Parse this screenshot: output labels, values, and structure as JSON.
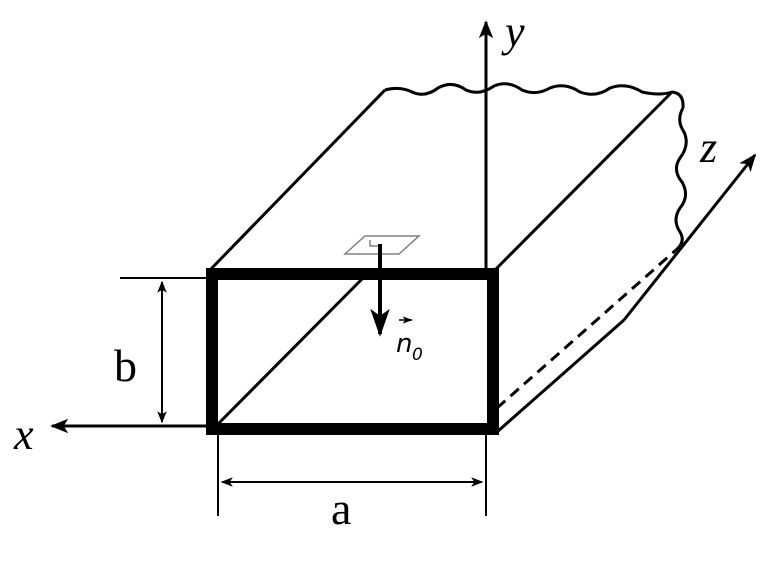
{
  "diagram": {
    "labels": {
      "x_axis": "x",
      "y_axis": "y",
      "z_axis": "z",
      "height": "b",
      "width": "a",
      "normal_symbol": "n",
      "normal_subscript": "0"
    },
    "colors": {
      "line": "#000000",
      "background": "#ffffff",
      "surface_patch": "#808080"
    }
  }
}
